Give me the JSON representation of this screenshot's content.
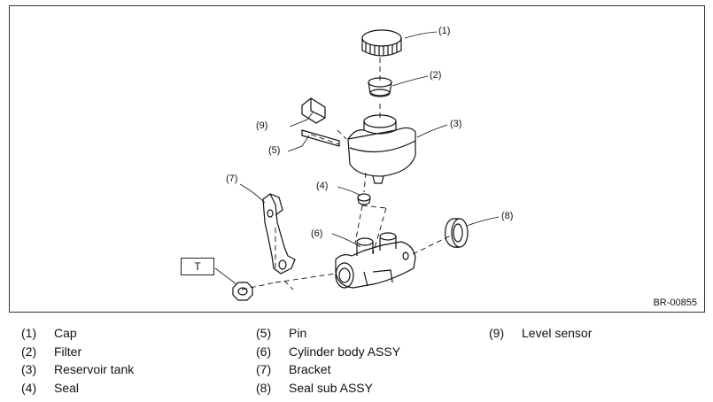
{
  "figure": {
    "id_label": "BR-00855",
    "torque_box_label": "T",
    "callouts": [
      "(1)",
      "(2)",
      "(3)",
      "(4)",
      "(5)",
      "(6)",
      "(7)",
      "(8)",
      "(9)"
    ]
  },
  "legend": {
    "columns": [
      [
        {
          "num": "(1)",
          "label": "Cap"
        },
        {
          "num": "(2)",
          "label": "Filter"
        },
        {
          "num": "(3)",
          "label": "Reservoir tank"
        },
        {
          "num": "(4)",
          "label": "Seal"
        }
      ],
      [
        {
          "num": "(5)",
          "label": "Pin"
        },
        {
          "num": "(6)",
          "label": "Cylinder body ASSY"
        },
        {
          "num": "(7)",
          "label": "Bracket"
        },
        {
          "num": "(8)",
          "label": "Seal sub ASSY"
        }
      ],
      [
        {
          "num": "(9)",
          "label": "Level sensor"
        }
      ]
    ]
  }
}
